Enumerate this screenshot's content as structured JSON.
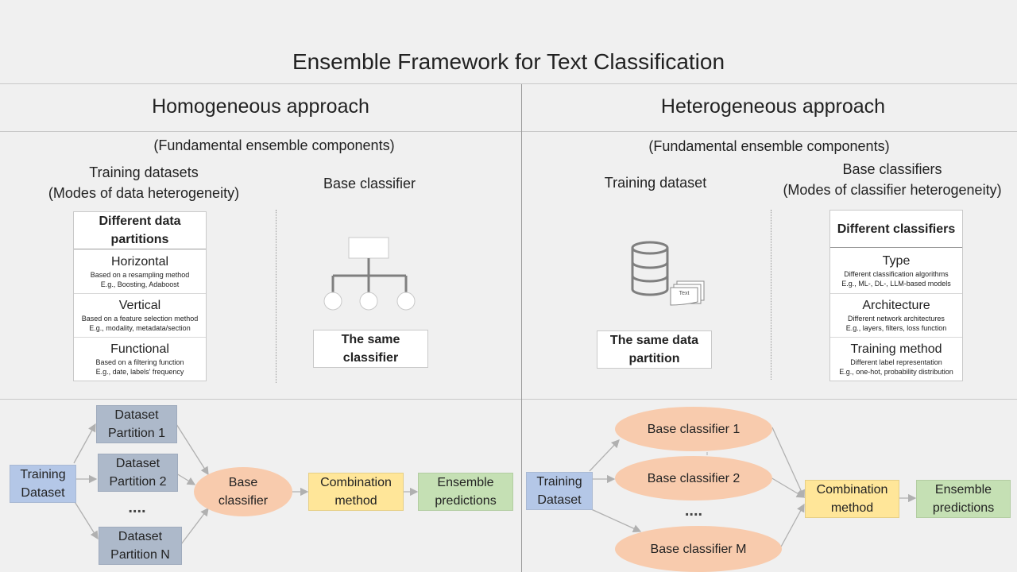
{
  "title": "Ensemble Framework for Text Classification",
  "homogeneous": {
    "heading": "Homogeneous  approach",
    "components": "(Fundamental ensemble  components)",
    "datasets_title": "Training datasets",
    "datasets_subtitle": "(Modes of data heterogeneity)",
    "base_title": "Base  classifier",
    "table": {
      "header": "Different data partitions",
      "rows": [
        {
          "title": "Horizontal",
          "desc1": "Based on a resampling method",
          "desc2": "E.g., Boosting, Adaboost"
        },
        {
          "title": "Vertical",
          "desc1": "Based on a feature selection method",
          "desc2": "E.g., modality, metadata/section"
        },
        {
          "title": "Functional",
          "desc1": "Based on a filtering function",
          "desc2": "E.g., date, labels' frequency"
        }
      ]
    },
    "same_box": "The same classifier",
    "flow": {
      "training": "Training Dataset",
      "partitions": [
        "Dataset Partition 1",
        "Dataset Partition 2",
        "Dataset Partition N"
      ],
      "ellipsis": "....",
      "base": "Base classifier",
      "combination": "Combination method",
      "predictions": "Ensemble predictions"
    }
  },
  "heterogeneous": {
    "heading": "Heterogeneous  approach",
    "components": "(Fundamental ensemble  components)",
    "dataset_title": "Training dataset",
    "classifiers_title": "Base classifiers",
    "classifiers_subtitle": "(Modes of classifier heterogeneity)",
    "text_icon_label": "Text",
    "table": {
      "header": "Different classifiers",
      "rows": [
        {
          "title": "Type",
          "desc1": "Different classification algorithms",
          "desc2": "E.g., ML-, DL-, LLM-based models"
        },
        {
          "title": "Architecture",
          "desc1": "Different network architectures",
          "desc2": "E.g., layers, filters, loss function"
        },
        {
          "title": "Training method",
          "desc1": "Different label representation",
          "desc2": "E.g., one-hot, probability distribution"
        }
      ]
    },
    "same_box": "The same data partition",
    "flow": {
      "training": "Training Dataset",
      "classifiers": [
        "Base classifier 1",
        "Base classifier 2",
        "Base classifier M"
      ],
      "ellipsis": "....",
      "combination": "Combination method",
      "predictions": "Ensemble predictions"
    }
  }
}
